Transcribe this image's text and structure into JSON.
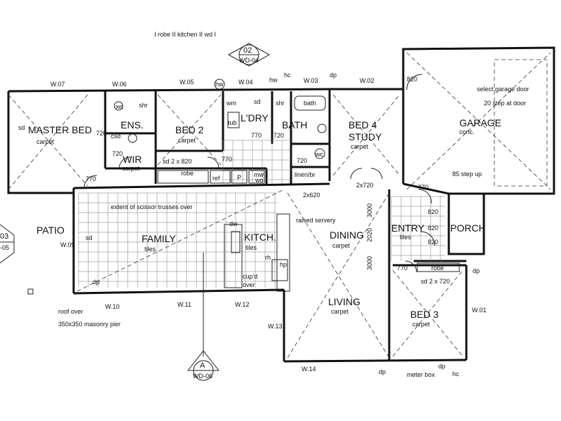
{
  "rooms": {
    "master_bed": {
      "name": "MASTER BED",
      "floor": "carpet"
    },
    "ens": {
      "name": "ENS."
    },
    "wir": {
      "name": "WIR",
      "floor": "carpet"
    },
    "bed2": {
      "name": "BED 2",
      "floor": "carpet"
    },
    "ldry": {
      "name": "L'DRY"
    },
    "bath": {
      "name": "BATH",
      "fixture": "bath"
    },
    "bed4": {
      "name": "BED 4",
      "name2": "STUDY",
      "floor": "carpet"
    },
    "garage": {
      "name": "GARAGE",
      "floor": "conc."
    },
    "patio": {
      "name": "PATIO"
    },
    "family": {
      "name": "FAMILY",
      "floor": "tiles"
    },
    "kitch": {
      "name": "KITCH.",
      "floor": "tiles"
    },
    "dining": {
      "name": "DINING",
      "floor": "carpet"
    },
    "entry": {
      "name": "ENTRY",
      "floor": "tiles"
    },
    "porch": {
      "name": "PORCH"
    },
    "living": {
      "name": "LIVING",
      "floor": "carpet"
    },
    "bed3": {
      "name": "BED 3",
      "floor": "carpet"
    }
  },
  "windows": [
    "W.07",
    "W.06",
    "W.05",
    "W.04",
    "W.03",
    "W.02",
    "W.09",
    "W.10",
    "W.11",
    "W.12",
    "W.13",
    "W.14",
    "W.01"
  ],
  "labels": {
    "top_text": "I    robe    II    kitchen    II  wd  I",
    "hw": "hw",
    "hc": "hc",
    "dp": "dp",
    "sd": "sd",
    "wc": "wc",
    "shr": "shr",
    "csd": "csd",
    "wm": "wm",
    "tub": "tub",
    "d720": "720",
    "d770": "770",
    "d820": "820",
    "sd2x820": "sd 2 x 820",
    "robe": "robe",
    "ref": "ref",
    "p": "P",
    "mw": "mw",
    "wo": "wo",
    "linen": "linen/br",
    "d2x620": "2x620",
    "d2x720": "2x720",
    "select_garage": "select garage door",
    "step_door": "20 step at door",
    "step_up": "85 step up",
    "trusses": "extent of scissor trusses over",
    "dw": "dw",
    "rh": "rh",
    "hp": "hp",
    "cupd": "cup'd",
    "over": "over",
    "raised_servery": "raised servery",
    "d3000": "3000",
    "d2020": "2020",
    "sd2x720": "sd 2 x 720",
    "roof_over": "roof over",
    "pier": "350x350 masonry pier",
    "meter_box": "meter box"
  },
  "section_marks": {
    "top": {
      "num": "02",
      "ref": "WD-04"
    },
    "bottom": {
      "letter": "A",
      "ref": "WD-06"
    },
    "left": {
      "num": "03",
      "ref": "-05"
    }
  }
}
